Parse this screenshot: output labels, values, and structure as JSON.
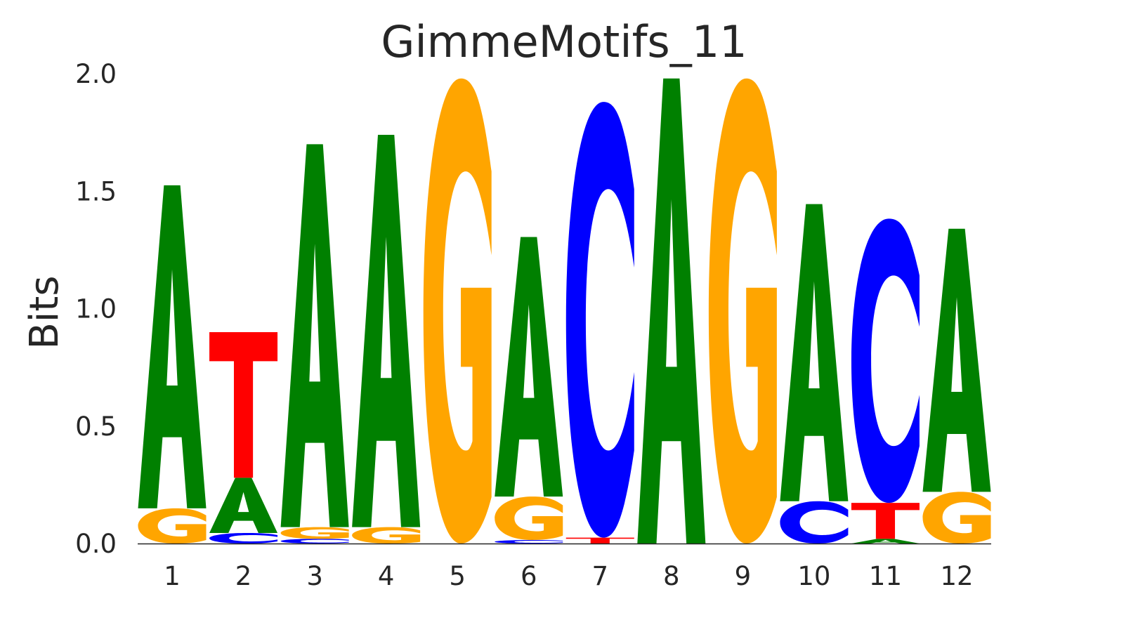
{
  "chart_data": {
    "type": "sequence-logo",
    "title": "GimmeMotifs_11",
    "xlabel": "",
    "ylabel": "Bits",
    "ylim": [
      0,
      2.0
    ],
    "yticks": [
      "0.0",
      "0.5",
      "1.0",
      "1.5",
      "2.0"
    ],
    "grid": false,
    "colors": {
      "A": "#008000",
      "C": "#0000ff",
      "G": "#ffa500",
      "T": "#ff0000"
    },
    "positions": [
      {
        "label": "1",
        "stack": [
          {
            "letter": "G",
            "bits": 0.15
          },
          {
            "letter": "A",
            "bits": 1.375
          }
        ]
      },
      {
        "label": "2",
        "stack": [
          {
            "letter": "C",
            "bits": 0.045
          },
          {
            "letter": "A",
            "bits": 0.235
          },
          {
            "letter": "T",
            "bits": 0.62
          }
        ]
      },
      {
        "label": "3",
        "stack": [
          {
            "letter": "C",
            "bits": 0.02
          },
          {
            "letter": "G",
            "bits": 0.05
          },
          {
            "letter": "A",
            "bits": 1.63
          }
        ]
      },
      {
        "label": "4",
        "stack": [
          {
            "letter": "G",
            "bits": 0.07
          },
          {
            "letter": "A",
            "bits": 1.67
          }
        ]
      },
      {
        "label": "5",
        "stack": [
          {
            "letter": "G",
            "bits": 1.98
          }
        ]
      },
      {
        "label": "6",
        "stack": [
          {
            "letter": "C",
            "bits": 0.015
          },
          {
            "letter": "G",
            "bits": 0.185
          },
          {
            "letter": "A",
            "bits": 1.105
          }
        ]
      },
      {
        "label": "7",
        "stack": [
          {
            "letter": "T",
            "bits": 0.025
          },
          {
            "letter": "C",
            "bits": 1.855
          }
        ]
      },
      {
        "label": "8",
        "stack": [
          {
            "letter": "A",
            "bits": 1.98
          }
        ]
      },
      {
        "label": "9",
        "stack": [
          {
            "letter": "G",
            "bits": 1.98
          }
        ]
      },
      {
        "label": "10",
        "stack": [
          {
            "letter": "C",
            "bits": 0.18
          },
          {
            "letter": "A",
            "bits": 1.265
          }
        ]
      },
      {
        "label": "11",
        "stack": [
          {
            "letter": "A",
            "bits": 0.02
          },
          {
            "letter": "T",
            "bits": 0.153
          },
          {
            "letter": "C",
            "bits": 1.21
          }
        ]
      },
      {
        "label": "12",
        "stack": [
          {
            "letter": "G",
            "bits": 0.22
          },
          {
            "letter": "A",
            "bits": 1.12
          }
        ]
      }
    ]
  }
}
